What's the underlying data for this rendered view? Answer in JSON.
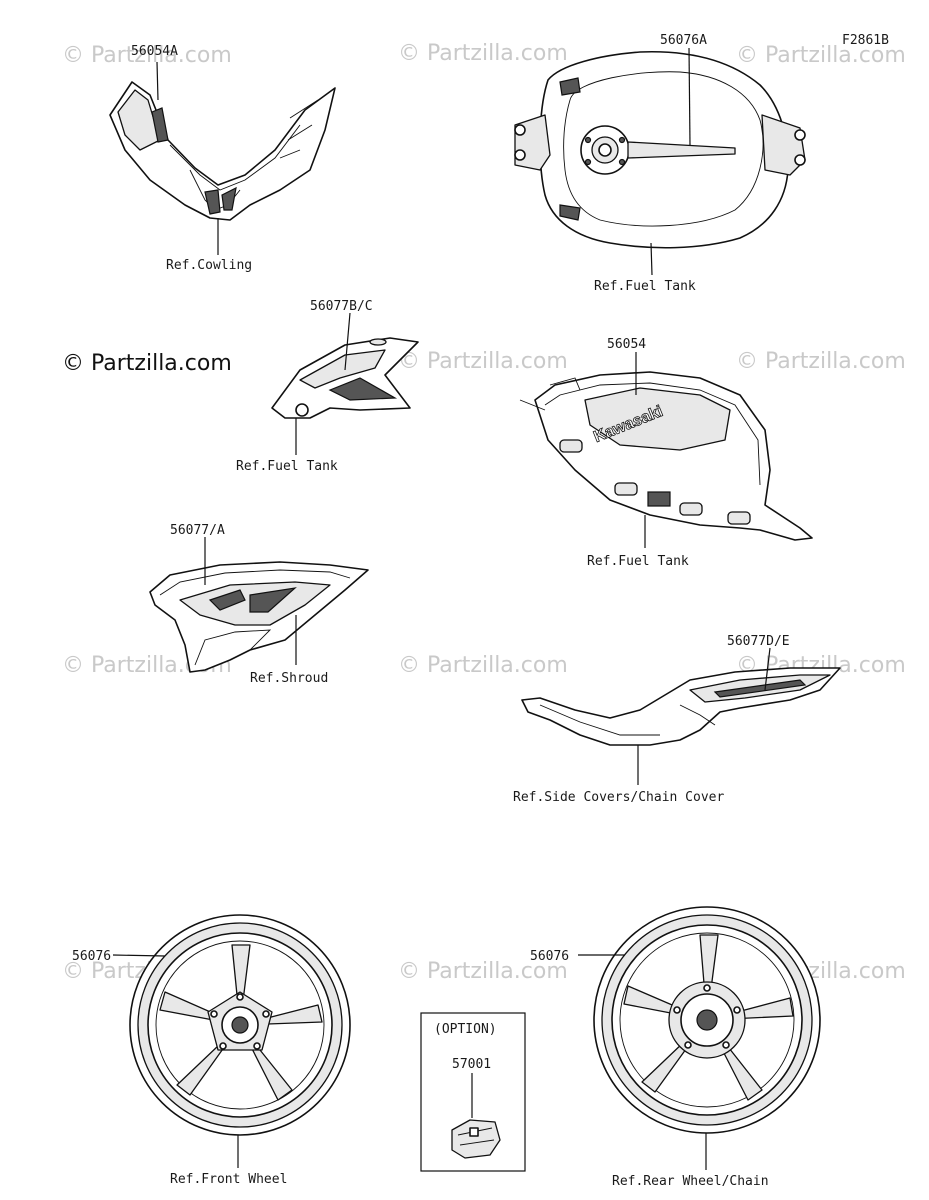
{
  "watermark": {
    "text": "© Partzilla.com",
    "text_prominent": "© Partzilla.com"
  },
  "diagram_code": "F2861B",
  "callouts": [
    {
      "part_number": "56054A",
      "ref": "Ref.Cowling"
    },
    {
      "part_number": "56076A",
      "ref": "Ref.Fuel Tank"
    },
    {
      "part_number": "56077B/C",
      "ref": "Ref.Fuel Tank"
    },
    {
      "part_number": "56054",
      "ref": "Ref.Fuel Tank"
    },
    {
      "part_number": "56077/A",
      "ref": "Ref.Shroud"
    },
    {
      "part_number": "56077D/E",
      "ref": "Ref.Side Covers/Chain Cover"
    },
    {
      "part_number": "56076",
      "ref": "Ref.Front Wheel"
    },
    {
      "part_number": "56076",
      "ref": "Ref.Rear Wheel/Chain"
    },
    {
      "part_number": "57001",
      "ref": ""
    }
  ],
  "option_box": {
    "label": "(OPTION)",
    "part_number": "57001"
  },
  "tank_logo_text": "Kawasaki"
}
